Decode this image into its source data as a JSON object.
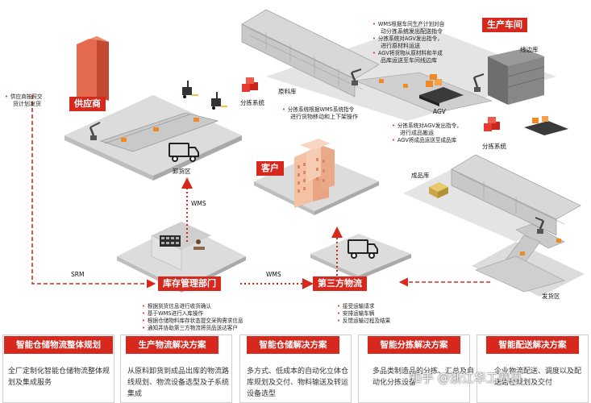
{
  "nodes": {
    "supplier": "供应商",
    "customer": "客户",
    "production_workshop": "生产车间",
    "inventory_dept": "库存管理部门",
    "third_party_logistics": "第三方物流"
  },
  "labels": {
    "unloading_area": "卸货区",
    "sorting_system_left": "分拣系统",
    "raw_material_warehouse": "原料库",
    "agv": "AGV",
    "line_side_warehouse": "线边库",
    "sorting_system_right": "分拣系统",
    "finished_goods_warehouse": "成品库",
    "shipping_area": "发货区"
  },
  "edges": {
    "wms_vertical": "WMS",
    "srm": "SRM",
    "wms_horizontal": "WMS"
  },
  "notes": {
    "supplier_note": [
      "供应商按照交",
      "货计划发货"
    ],
    "sorting_note": [
      "分拣系统根据WMS系统指令",
      "进行货物移动和上下架操作"
    ],
    "workshop_note": [
      "WMS根据车间生产计划对自",
      "动分拣系统发出配送指令",
      "分拣系统对AGV发出指令，",
      "进行原材料运送",
      "AGV将货物从原材料和半成",
      "品库运送至车间线边库"
    ],
    "agv_note": [
      "分拣系统对AGV发出指令，",
      "进行成品搬运",
      "AGV将成品运送至成品库"
    ],
    "inventory_note": [
      "根据到货信息进行收货确认",
      "基于WMS进行入库操作",
      "根据仓储物料库存状态提交采购需求信息",
      "通知并协助第三方物流将货品送达客户"
    ],
    "logistics_note": [
      "接受运输请求",
      "安排运输车辆",
      "反馈运输过程及结果"
    ]
  },
  "cards": [
    {
      "title": "智能仓储物流整体规划",
      "body": "全厂定制化智能仓储物流整体规划及集成服务"
    },
    {
      "title": "生产物流解决方案",
      "body": "从原料卸货到成品出库的物流路线规划、物流设备选型及子系统集成"
    },
    {
      "title": "智能仓储解决方案",
      "body": "多方式、低成本的自动化立体仓库规划及交付、物料输送及转运设备选型"
    },
    {
      "title": "智能分拣解决方案",
      "body": "多品类制造品的分拣、汇总及自动化分拣设备"
    },
    {
      "title": "智能配送解决方案",
      "body": "企业物流配送、调度以及配送路径规划及交付"
    }
  ],
  "watermark": "知乎 @浙江华工赛百",
  "colors": {
    "accent": "#d7281e",
    "platform": "#dcdcdc",
    "box": "#f08a24"
  }
}
